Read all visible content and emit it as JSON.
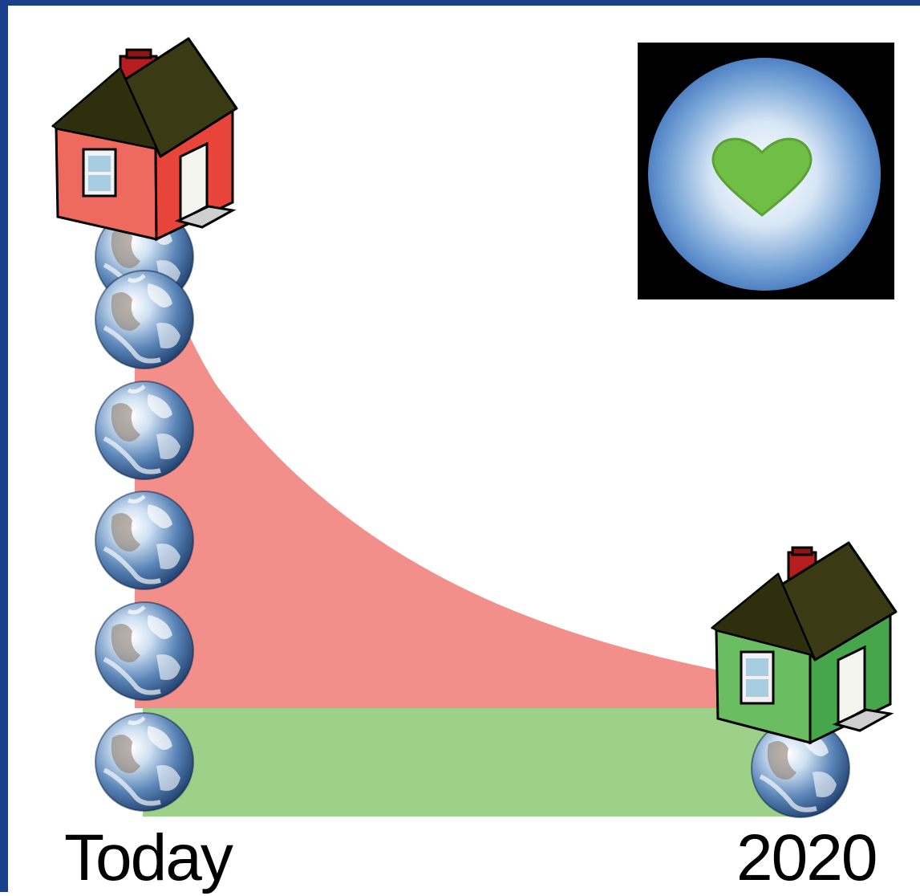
{
  "labels": {
    "start": "Today",
    "end": "2020"
  },
  "start_earth_count": 6,
  "end_earth_count": 1,
  "colors": {
    "frame": "#1a3f8c",
    "excess_area": "#f28f8a",
    "sustainable_area": "#9dd18a",
    "red_house_wall": "#e8453a",
    "green_house_wall": "#45a64a",
    "roof": "#3a3a14",
    "chimney": "#b61e1e",
    "heart": "#6fbe45",
    "badge_bg": "#000000"
  },
  "icons": [
    "earth-icon",
    "red-house-icon",
    "green-house-icon",
    "heart-earth-icon"
  ]
}
